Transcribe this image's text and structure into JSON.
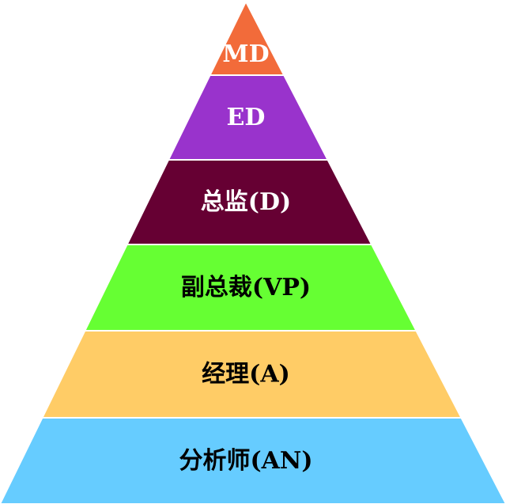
{
  "pyramid": {
    "levels": [
      {
        "label": "MD",
        "fill": "#F26B3A",
        "text_color": "#FFFFFF"
      },
      {
        "label": "ED",
        "fill": "#9933CC",
        "text_color": "#FFFFFF"
      },
      {
        "label": "总监(D)",
        "fill": "#660033",
        "text_color": "#FFFFFF"
      },
      {
        "label": "副总裁(VP)",
        "fill": "#66FF33",
        "text_color": "#000000"
      },
      {
        "label": "经理(A)",
        "fill": "#FFCC66",
        "text_color": "#000000"
      },
      {
        "label": "分析师(AN)",
        "fill": "#66CCFF",
        "text_color": "#000000"
      }
    ],
    "divider_color": "#FFFFFF"
  }
}
